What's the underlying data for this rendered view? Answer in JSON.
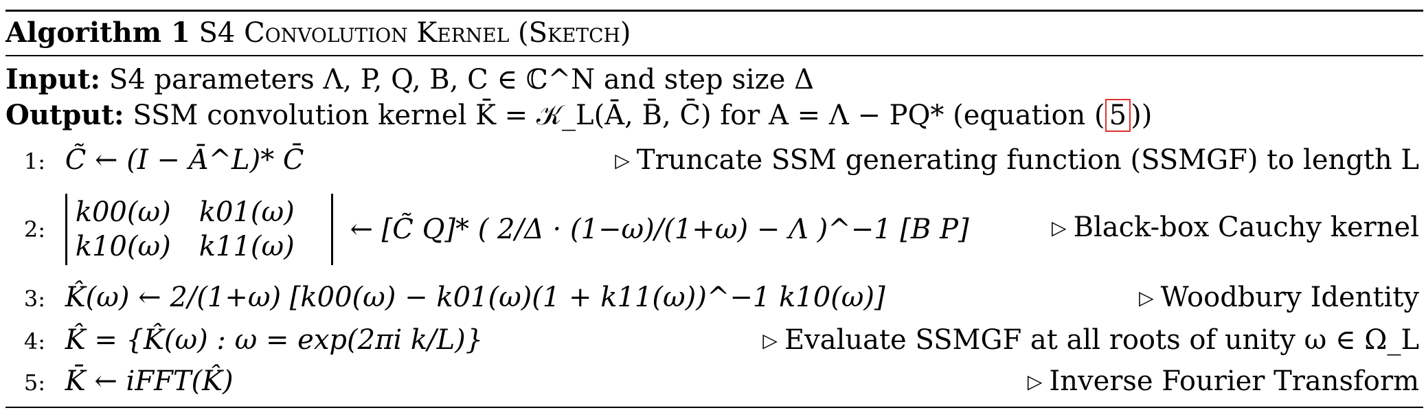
{
  "algorithm": {
    "label": "Algorithm 1",
    "title": "S4 Convolution Kernel (Sketch)",
    "input_label": "Input:",
    "input_text": "S4 parameters Λ, P, Q, B, C ∈ ℂ^N and step size Δ",
    "output_label": "Output:",
    "output_text": "SSM convolution kernel K̄ = 𝒦_L(Ā, B̄, C̄) for A = Λ − PQ* (equation (",
    "output_ref": "5",
    "output_tail": "))",
    "steps": [
      {
        "num": "1:",
        "expr": "C̃ ← (I − Ā^L)* C̄",
        "comment": "Truncate SSM generating function (SSMGF) to length L"
      },
      {
        "num": "2:",
        "matrix": [
          [
            "k00(ω)",
            "k01(ω)"
          ],
          [
            "k10(ω)",
            "k11(ω)"
          ]
        ],
        "expr_rhs": "← [C̃ Q]* ( 2/Δ · (1−ω)/(1+ω) − Λ )^−1 [B P]",
        "comment": "Black-box Cauchy kernel"
      },
      {
        "num": "3:",
        "expr": "K̂(ω) ← 2/(1+ω) [k00(ω) − k01(ω)(1 + k11(ω))^−1 k10(ω)]",
        "comment": "Woodbury Identity"
      },
      {
        "num": "4:",
        "expr": "K̂ = {K̂(ω) : ω = exp(2πi k/L)}",
        "comment": "Evaluate SSMGF at all roots of unity ω ∈ Ω_L"
      },
      {
        "num": "5:",
        "expr": "K̄ ← iFFT(K̂)",
        "comment": "Inverse Fourier Transform"
      }
    ]
  }
}
